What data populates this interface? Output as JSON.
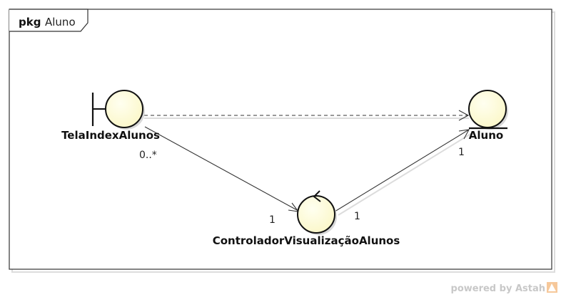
{
  "package": {
    "keyword": "pkg",
    "name": "Aluno"
  },
  "nodes": {
    "boundary": {
      "label": "TelaIndexAlunos",
      "stereotype": "boundary"
    },
    "entity": {
      "label": "Aluno",
      "stereotype": "entity"
    },
    "control": {
      "label": "ControladorVisualizaçãoAlunos",
      "stereotype": "control"
    }
  },
  "edges": {
    "boundary_to_control": {
      "source_mult": "0..*",
      "target_mult": "1"
    },
    "control_to_entity": {
      "source_mult": "1",
      "target_mult": "1"
    }
  },
  "footer": {
    "powered_by": "powered by Astah"
  },
  "colors": {
    "node_fill": "#fdfbd9",
    "node_stroke": "#222222",
    "frame_stroke": "#333333",
    "shadow": "#d6d6d6"
  }
}
